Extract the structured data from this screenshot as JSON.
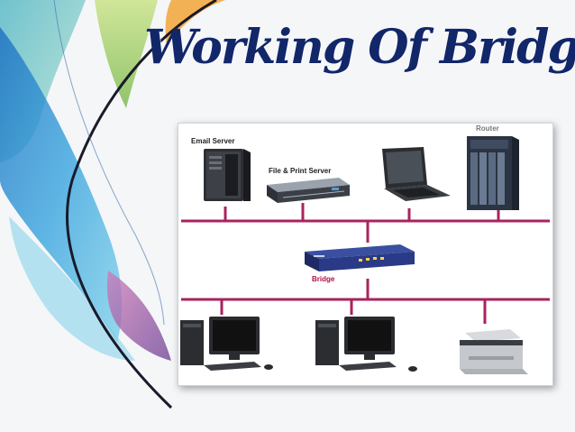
{
  "title": "Working Of Bridge",
  "colors": {
    "title": "#12266a",
    "bus_line": "#a8235f",
    "bridge_label": "#b01040",
    "feather_blue": "#2a8fd0",
    "feather_teal": "#55c3b8",
    "feather_green": "#8fc84a",
    "feather_purple": "#8e4c9e",
    "feather_orange": "#f2a53a"
  },
  "diagram": {
    "labels": {
      "email_server": "Email Server",
      "file_print_server": "File & Print Server",
      "router": "Router",
      "bridge": "Bridge"
    },
    "top_segment_devices": [
      "server-tower-icon",
      "rack-server-icon",
      "laptop-icon",
      "router-icon"
    ],
    "bottom_segment_devices": [
      "desktop-pc-icon",
      "desktop-pc-icon",
      "laser-printer-icon"
    ],
    "center_device": "bridge-device-icon"
  }
}
